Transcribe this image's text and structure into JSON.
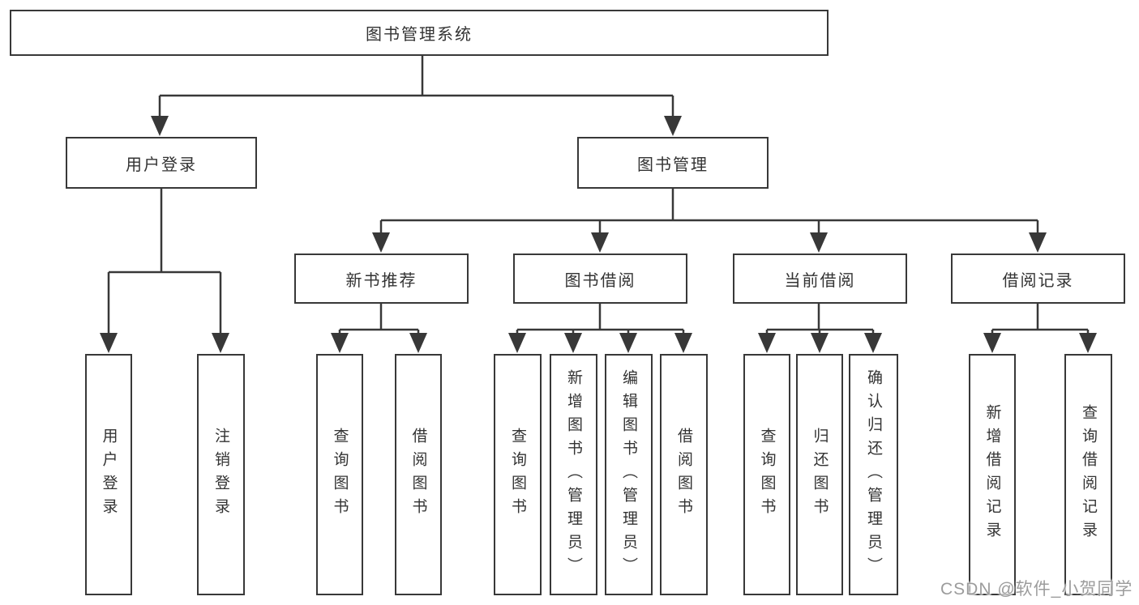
{
  "title": "图书管理系统",
  "tree": {
    "root": {
      "label": "图书管理系统"
    },
    "login": {
      "label": "用户登录",
      "children": [
        "用户登录",
        "注销登录"
      ]
    },
    "mgmt": {
      "label": "图书管理",
      "sections": [
        {
          "label": "新书推荐",
          "children": [
            "查询图书",
            "借阅图书"
          ]
        },
        {
          "label": "图书借阅",
          "children": [
            "查询图书",
            "新增图书（管理员）",
            "编辑图书（管理员）",
            "借阅图书"
          ]
        },
        {
          "label": "当前借阅",
          "children": [
            "查询图书",
            "归还图书",
            "确认归还（管理员）"
          ]
        },
        {
          "label": "借阅记录",
          "children": [
            "新增借阅记录",
            "查询借阅记录"
          ]
        }
      ]
    }
  },
  "watermark": {
    "text": "CSDN @软件_小贺同学"
  },
  "colors": {
    "line": "#383838",
    "text": "#333333",
    "box_background": "#ffffff",
    "page_background": "#ffffff",
    "watermark": "#9c9c9c"
  }
}
